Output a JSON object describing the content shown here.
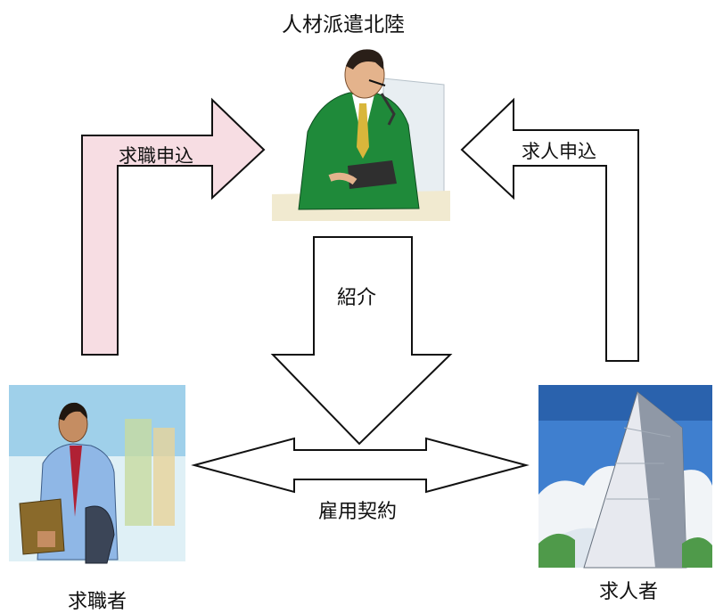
{
  "title": "人材派遣北陸",
  "arrows": {
    "left_label": "求職申込",
    "right_label": "求人申込",
    "down_label": "紹介",
    "double_label": "雇用契約"
  },
  "parties": {
    "seeker": "求職者",
    "employer": "求人者"
  },
  "colors": {
    "left_arrow_fill": "#f7dde3",
    "right_arrow_fill": "#ffffff",
    "suit_green": "#1f8a3a",
    "sky_blue": "#4a90d9",
    "stroke": "#111111"
  }
}
